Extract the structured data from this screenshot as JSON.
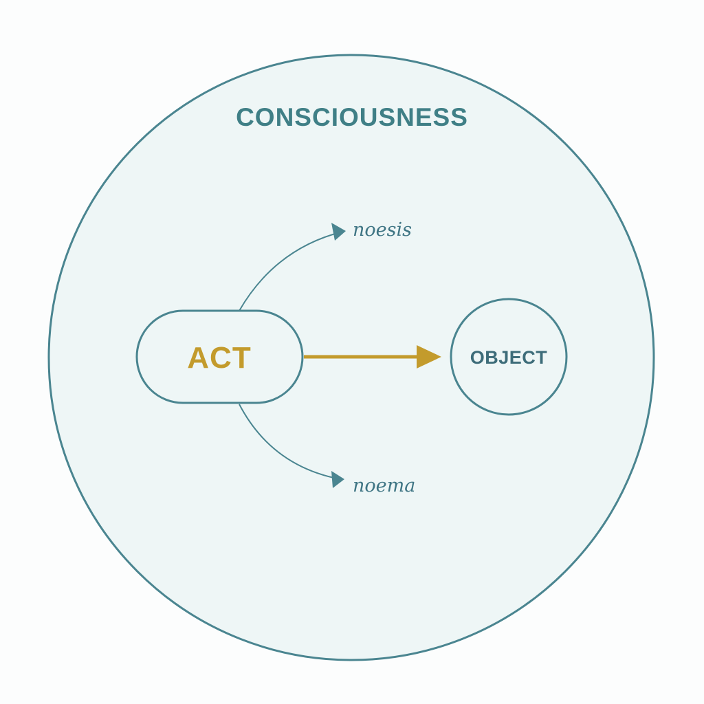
{
  "diagram": {
    "title": "CONSCIOUSNESS",
    "act_label": "ACT",
    "object_label": "OBJECT",
    "noesis_label": "noesis",
    "noema_label": "noema"
  },
  "colors": {
    "background": "#fcfdfd",
    "circle_fill": "#eef6f6",
    "teal": "#4a8590",
    "title": "#3f7f86",
    "gold": "#c39b2c",
    "object_text": "#3d6c79",
    "branch_text": "#3f7584"
  }
}
